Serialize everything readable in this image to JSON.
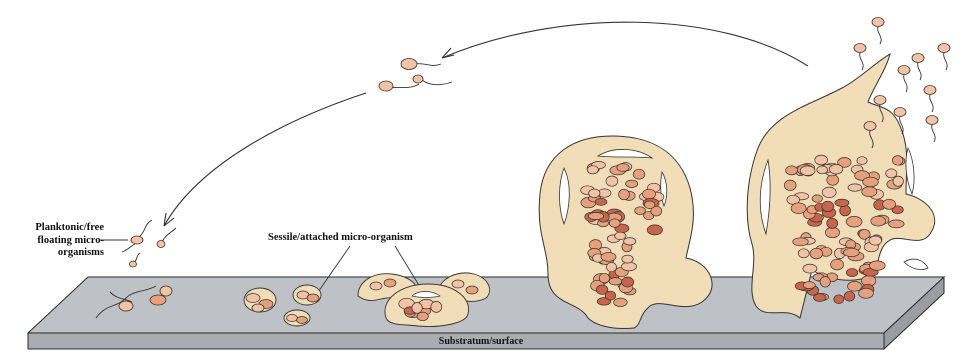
{
  "labels": {
    "planktonic": "Planktonic/free floating micro-organisms",
    "sessile": "Sessile/attached micro-organism",
    "surface": "Substratum/surface"
  },
  "colors": {
    "matrix": "#f1ddb8",
    "cell_light": "#f2c3a4",
    "cell_mid": "#e6a07b",
    "cell_dark": "#c9654a",
    "surface_top": "#bec1c6",
    "surface_front": "#a9acb1",
    "outline": "#2b2b2b"
  }
}
